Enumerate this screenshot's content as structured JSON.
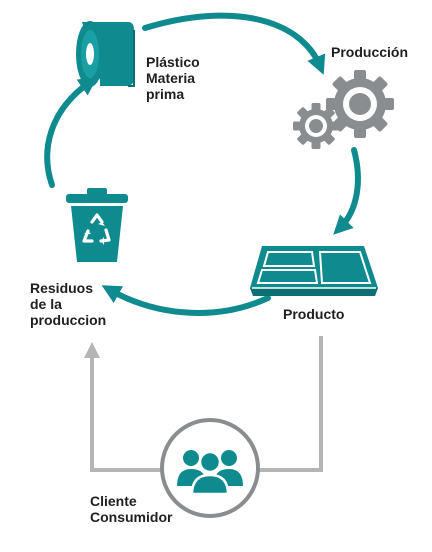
{
  "labels": {
    "raw_material": [
      "Plástico",
      "Materia",
      "prima"
    ],
    "production": "Producción",
    "product": "Producto",
    "waste": [
      "Residuos",
      "de la",
      "produccion"
    ],
    "consumer": [
      "Cliente",
      "Consumidor"
    ]
  },
  "colors": {
    "teal": "#0f8a8e",
    "teal_dark": "#0b6f73",
    "gear": "#8a8d90",
    "gray_line": "#b5b5b5",
    "text": "#1f1f1f"
  },
  "icons": [
    "paper-roll-icon",
    "gears-icon",
    "food-tray-icon",
    "recycle-bin-icon",
    "people-group-icon"
  ]
}
